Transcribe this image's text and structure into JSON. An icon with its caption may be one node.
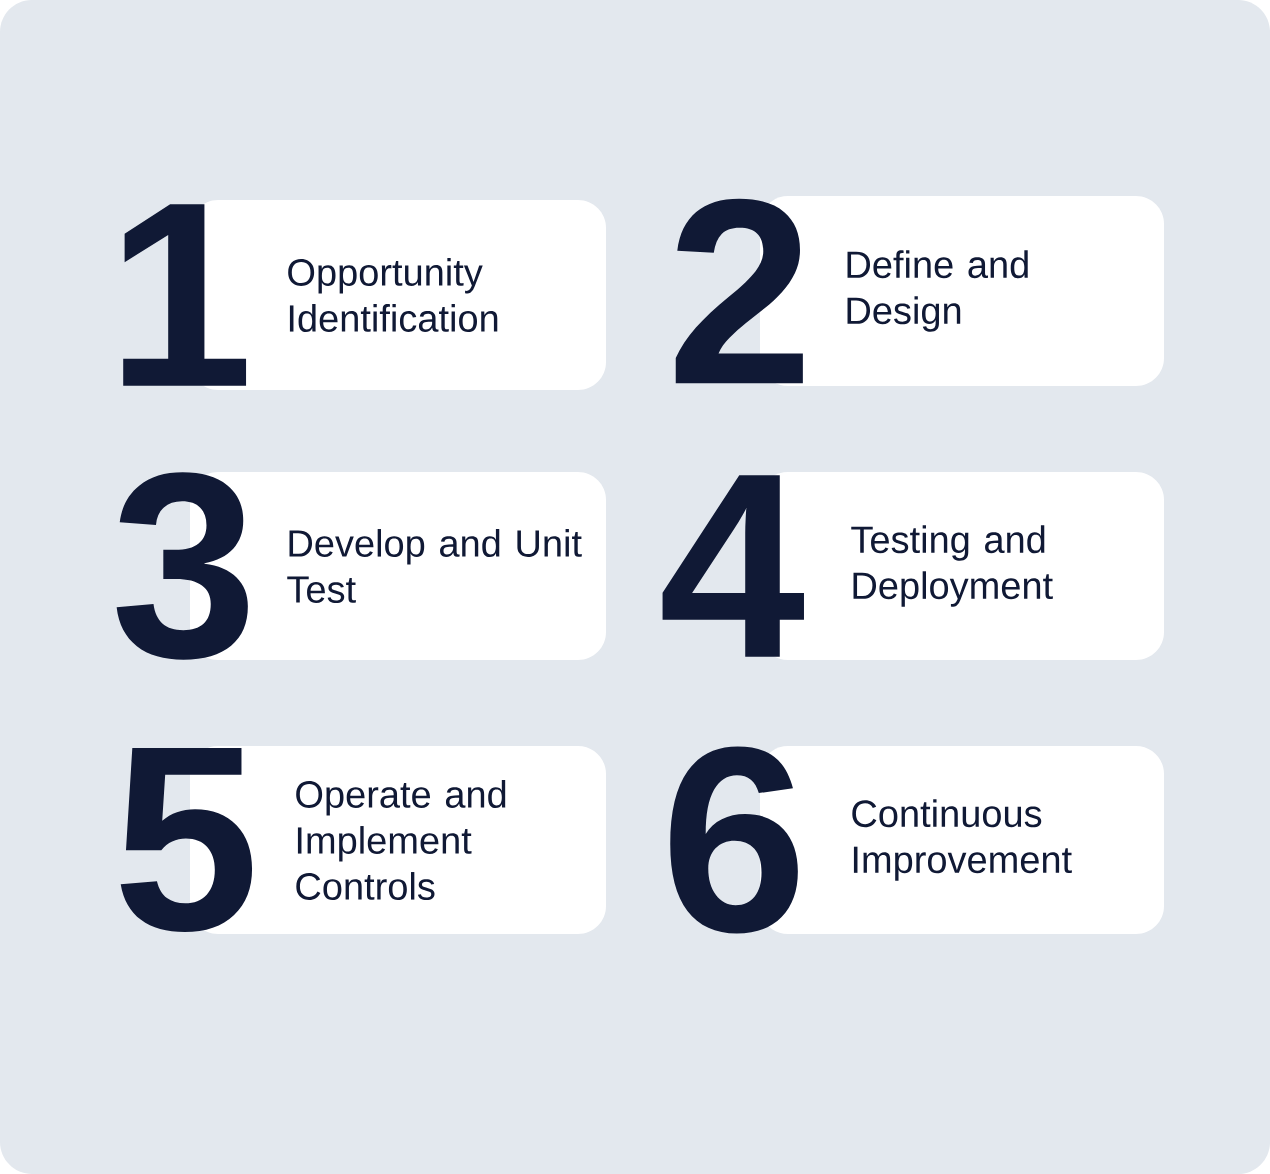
{
  "diagram": {
    "nodes": [
      {
        "text": [
          "1",
          "Opportunity Identification"
        ]
      },
      {
        "text": [
          "2",
          "Define and Design"
        ]
      },
      {
        "text": [
          "3",
          "Develop and Unit Test"
        ]
      },
      {
        "text": [
          "4",
          "Testing and Deployment"
        ]
      },
      {
        "text": [
          "5",
          "Operate and Implement Controls"
        ]
      },
      {
        "text": [
          "6",
          "Continuous Improvement"
        ]
      }
    ]
  }
}
